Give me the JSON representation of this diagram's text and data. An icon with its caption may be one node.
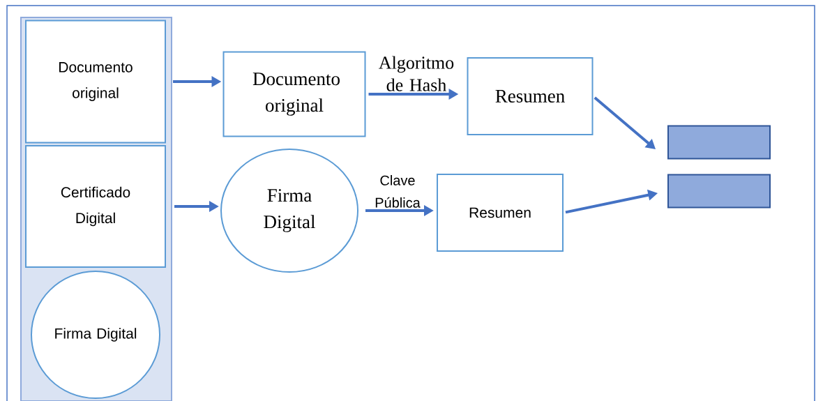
{
  "diagram": {
    "nodes": [
      {
        "text": [],
        "shape": "box"
      },
      {
        "text": [
          "Documento original"
        ],
        "in": 0
      },
      {
        "text": [
          "Certificado Digital"
        ],
        "in": 0
      },
      {
        "text": [
          "Firma Digital"
        ],
        "in": 0
      },
      {
        "text": [
          "Documento original"
        ]
      },
      {
        "text": [
          "Resumen"
        ]
      },
      {
        "text": [
          "Firma Digital"
        ]
      },
      {
        "text": [
          "Resumen"
        ]
      },
      {
        "text": [],
        "shape": "box"
      },
      {
        "text": [],
        "shape": "box"
      }
    ],
    "edges": [
      {
        "from": 1,
        "to": 4,
        "arrow": "to"
      },
      {
        "from": 4,
        "to": 5,
        "arrow": "to",
        "label": "Algoritmo de Hash"
      },
      {
        "from": 2,
        "to": 6,
        "arrow": "to"
      },
      {
        "from": 6,
        "to": 7,
        "arrow": "to",
        "label": "Clave Pública"
      },
      {
        "from": 5,
        "to": 8,
        "arrow": "to"
      },
      {
        "from": 7,
        "to": 9,
        "arrow": "to"
      }
    ]
  }
}
